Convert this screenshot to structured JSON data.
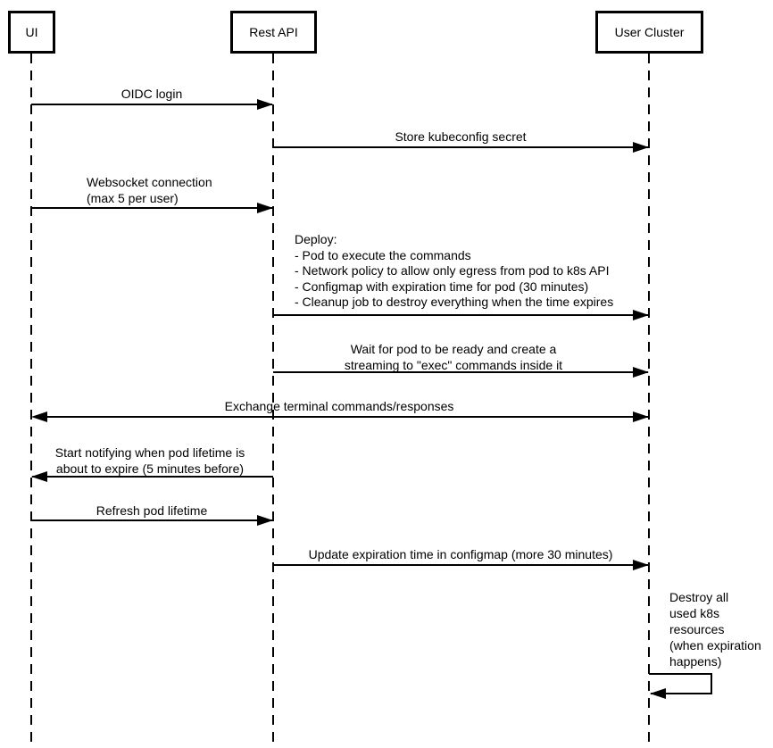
{
  "diagram": {
    "type": "sequence-diagram",
    "colors": {
      "line": "#000000",
      "background": "#ffffff",
      "text": "#000000"
    },
    "actors": [
      {
        "label": "UI"
      },
      {
        "label": "Rest API"
      },
      {
        "label": "User Cluster"
      }
    ],
    "messages": [
      {
        "from": "UI",
        "to": "Rest API",
        "direction": "right",
        "lines": [
          "OIDC login"
        ]
      },
      {
        "from": "Rest API",
        "to": "User Cluster",
        "direction": "right",
        "lines": [
          "Store kubeconfig secret"
        ]
      },
      {
        "from": "UI",
        "to": "Rest API",
        "direction": "right",
        "lines": [
          "Websocket connection",
          "(max 5 per user)"
        ]
      },
      {
        "from": "Rest API",
        "to": "User Cluster",
        "direction": "right",
        "lines": [
          "Deploy:",
          "- Pod to execute the commands",
          "- Network policy to allow only egress from pod to k8s API",
          "- Configmap with expiration time for pod (30 minutes)",
          "- Cleanup job to destroy everything when the time expires"
        ]
      },
      {
        "from": "Rest API",
        "to": "User Cluster",
        "direction": "right",
        "lines": [
          "Wait for pod to be ready and create a",
          "streaming to \"exec\" commands inside it"
        ]
      },
      {
        "from": "UI",
        "to": "User Cluster",
        "direction": "both",
        "lines": [
          "Exchange terminal commands/responses"
        ]
      },
      {
        "from": "Rest API",
        "to": "UI",
        "direction": "left",
        "lines": [
          "Start notifying when pod lifetime is",
          "about to expire (5 minutes before)"
        ]
      },
      {
        "from": "UI",
        "to": "Rest API",
        "direction": "right",
        "lines": [
          "Refresh pod lifetime"
        ]
      },
      {
        "from": "Rest API",
        "to": "User Cluster",
        "direction": "right",
        "lines": [
          "Update expiration time in configmap (more 30 minutes)"
        ]
      },
      {
        "from": "User Cluster",
        "to": "User Cluster",
        "direction": "self",
        "lines": [
          "Destroy all",
          "used k8s",
          "resources",
          "(when expiration",
          "happens)"
        ]
      }
    ]
  }
}
